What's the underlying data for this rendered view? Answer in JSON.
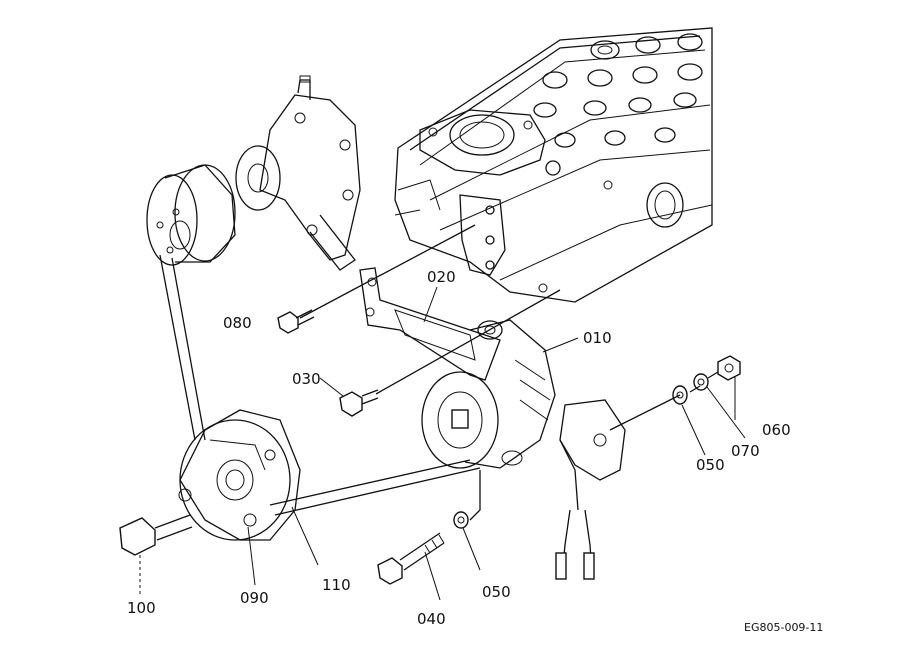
{
  "parts": [
    {
      "id": "010",
      "name": "part-010-label"
    },
    {
      "id": "020",
      "name": "part-020-label"
    },
    {
      "id": "030",
      "name": "part-030-label"
    },
    {
      "id": "040",
      "name": "part-040-label"
    },
    {
      "id": "050",
      "name": "part-050-label"
    },
    {
      "id": "060",
      "name": "part-060-label"
    },
    {
      "id": "070",
      "name": "part-070-label"
    },
    {
      "id": "080",
      "name": "part-080-label"
    },
    {
      "id": "090",
      "name": "part-090-label"
    },
    {
      "id": "100",
      "name": "part-100-label"
    },
    {
      "id": "110",
      "name": "part-110-label"
    }
  ],
  "labels": {
    "p010": "010",
    "p020": "020",
    "p030": "030",
    "p040": "040",
    "p050a": "050",
    "p050b": "050",
    "p060": "060",
    "p070": "070",
    "p080": "080",
    "p090": "090",
    "p100": "100",
    "p110": "110"
  },
  "figure_code": "EG805-009-11"
}
